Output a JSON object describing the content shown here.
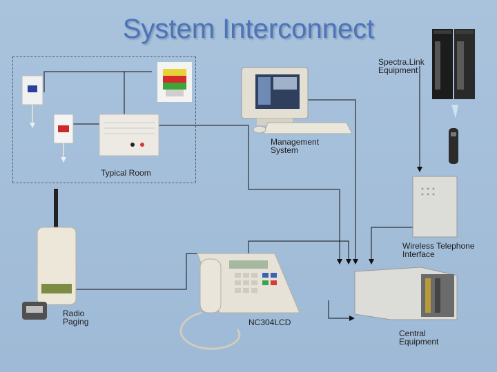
{
  "title": "System Interconnect",
  "labels": {
    "spectralink": "Spectra.Link\nEquipment",
    "management": "Management\nSystem",
    "typical_room": "Typical Room",
    "wireless": "Wireless Telephone\nInterface",
    "radio_paging": "Radio\nPaging",
    "nc304": "NC304LCD",
    "central": "Central\nEquipment"
  },
  "colors": {
    "background": "#a9c3dd",
    "title": "#4d74b8",
    "wire": "#111111"
  }
}
